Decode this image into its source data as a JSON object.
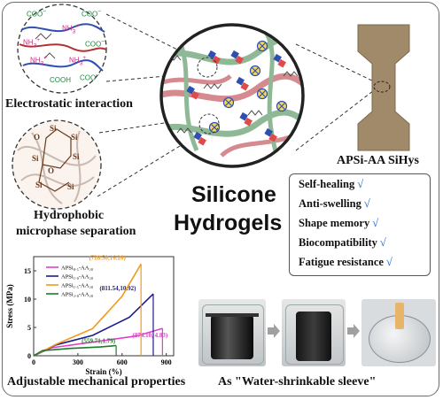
{
  "labels": {
    "electrostatic": "Electrostatic interaction",
    "hydrophobic_1": "Hydrophobic",
    "hydrophobic_2": "microphase separation",
    "material": "APSi-AA SiHys",
    "title_1": "Silicone",
    "title_2": "Hydrogels",
    "mechanical": "Adjustable mechanical properties",
    "sleeve": "As \"Water-shrinkable sleeve\""
  },
  "properties": [
    {
      "name": "Self-healing",
      "check": "√"
    },
    {
      "name": "Anti-swelling",
      "check": "√"
    },
    {
      "name": "Shape memory",
      "check": "√"
    },
    {
      "name": "Biocompatibility",
      "check": "√"
    },
    {
      "name": "Fatigue resistance",
      "check": "√"
    }
  ],
  "electrostatic_chem": {
    "coo": "COO",
    "nh3": "NH",
    "sub3": "3",
    "cooh": "COOH",
    "minus": "−",
    "plus": "+"
  },
  "siloxane_chem": {
    "si": "Si",
    "o": "O"
  },
  "chart_data": {
    "type": "line",
    "xlabel": "Strain (%)",
    "ylabel": "Stress (MPa)",
    "xlim": [
      0,
      950
    ],
    "ylim": [
      0,
      17.5
    ],
    "xticks": [
      0,
      300,
      600,
      900
    ],
    "yticks": [
      0,
      5,
      10,
      15
    ],
    "legend_position": "top-left",
    "series": [
      {
        "name": "APSi₀.₅-AA₂₀",
        "color": "#e040c8",
        "points": [
          [
            0,
            0
          ],
          [
            120,
            1.4
          ],
          [
            400,
            2.4
          ],
          [
            700,
            3.5
          ],
          [
            874.1,
            4.83
          ]
        ],
        "label": "(874.10, 4.83)"
      },
      {
        "name": "APSi₁.₀-AA₂₀",
        "color": "#1c1c8c",
        "points": [
          [
            0,
            0
          ],
          [
            150,
            1.9
          ],
          [
            400,
            3.6
          ],
          [
            650,
            6.8
          ],
          [
            811.54,
            10.92
          ]
        ],
        "label": "(811.54,10.92)"
      },
      {
        "name": "APSi₁.₅-AA₂₀",
        "color": "#f29a1c",
        "points": [
          [
            0,
            0
          ],
          [
            150,
            2.0
          ],
          [
            400,
            4.8
          ],
          [
            600,
            10.5
          ],
          [
            728.5,
            16.2
          ]
        ],
        "label": "(728.50,16.20)"
      },
      {
        "name": "APSi₂.₀-AA₂₀",
        "color": "#1f7a2a",
        "points": [
          [
            0,
            0
          ],
          [
            60,
            0.9
          ],
          [
            250,
            1.3
          ],
          [
            450,
            1.55
          ],
          [
            559.71,
            1.79
          ]
        ],
        "label": "(559.71,1.79)"
      }
    ]
  },
  "colors": {
    "strand_green": "#8fb996",
    "strand_pink": "#d48a8e",
    "strand_blue": "#2f4fb0",
    "strand_red": "#b03030",
    "specimen": "#a08a6a",
    "accent_blue": "#2060d0"
  }
}
